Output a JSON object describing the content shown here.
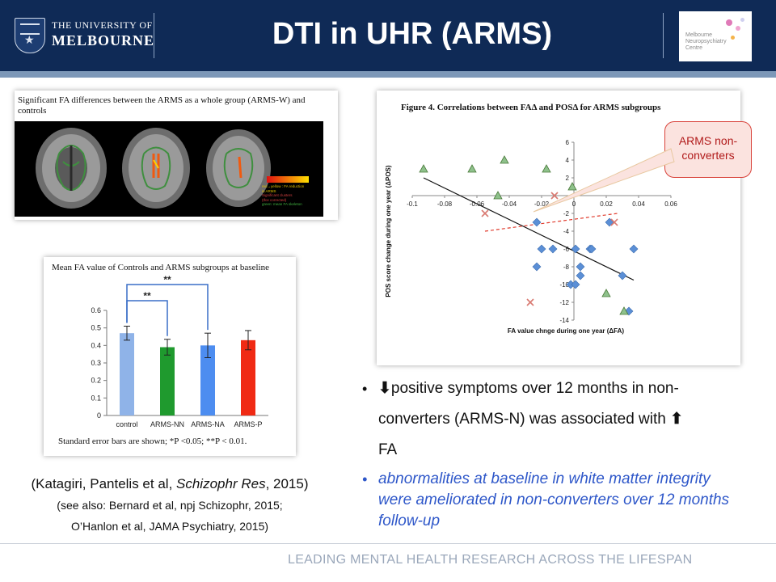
{
  "header": {
    "title": "DTI in UHR (ARMS)",
    "university_line1": "THE UNIVERSITY OF",
    "university_line2": "MELBOURNE",
    "mnc_logo_text": "Melbourne\nNeuropsychiatry\nCentre",
    "university_icon": "university-crest-icon",
    "colors": {
      "navy": "#0f2a56",
      "stripe": "#7d98b8"
    }
  },
  "brain_panel": {
    "caption": "Significant FA differences between the ARMS as a whole group (ARMS-W) and controls",
    "legend_lines": [
      "red→yellow : FA reduction",
      "in ARMS",
      "Significant clusters",
      "(tfce corrected)",
      "green: mean FA skeleton"
    ]
  },
  "bar_chart": {
    "footnote": "Standard error bars are shown; *P <0.05; **P < 0.01."
  },
  "chart_data": [
    {
      "type": "bar",
      "title": "Mean FA value of Controls and ARMS subgroups at baseline",
      "categories": [
        "control",
        "ARMS-NN",
        "ARMS-NA",
        "ARMS-P"
      ],
      "values": [
        0.47,
        0.39,
        0.4,
        0.43
      ],
      "errors": [
        0.04,
        0.045,
        0.07,
        0.055
      ],
      "colors": [
        "#8fb3e8",
        "#1f9a2e",
        "#4d8df0",
        "#f02a14"
      ],
      "ylim": [
        0,
        0.6
      ],
      "yticks": [
        "0",
        "0.1",
        "0.2",
        "0.3",
        "0.4",
        "0.5",
        "0.6"
      ],
      "significance": [
        {
          "from": 0,
          "to": 1,
          "label": "**"
        },
        {
          "from": 0,
          "to": 2,
          "label": "**"
        }
      ],
      "legend": "none",
      "grid": false
    },
    {
      "type": "scatter",
      "title": "Figure 4. Correlations between FAΔ and POSΔ for ARMS subgroups",
      "xlabel": "FA value chnge during one year (ΔFA)",
      "ylabel": "POS score change during one year (ΔPOS)",
      "xlim": [
        -0.1,
        0.06
      ],
      "ylim": [
        -14,
        6
      ],
      "xticks": [
        "-0.1",
        "-0.08",
        "-0.06",
        "-0.04",
        "-0.02",
        "0",
        "0.02",
        "0.04",
        "0.06"
      ],
      "yticks": [
        "6",
        "4",
        "2",
        "0",
        "-2",
        "-4",
        "-6",
        "-8",
        "-10",
        "-12",
        "-14"
      ],
      "series": [
        {
          "marker": "diamond",
          "color": "#5b8fd6",
          "points": [
            [
              -0.023,
              -3
            ],
            [
              -0.023,
              -8
            ],
            [
              -0.02,
              -6
            ],
            [
              -0.013,
              -6
            ],
            [
              -0.002,
              -10
            ],
            [
              0.001,
              -10
            ],
            [
              0.001,
              -6
            ],
            [
              0.004,
              -9
            ],
            [
              0.004,
              -8
            ],
            [
              0.01,
              -6
            ],
            [
              0.011,
              -6
            ],
            [
              0.022,
              -3
            ],
            [
              0.037,
              -6
            ],
            [
              0.03,
              -9
            ],
            [
              0.034,
              -13
            ]
          ]
        },
        {
          "marker": "triangle",
          "color": "#8ec18b",
          "points": [
            [
              -0.093,
              3
            ],
            [
              -0.063,
              3
            ],
            [
              -0.043,
              4
            ],
            [
              -0.047,
              0
            ],
            [
              -0.017,
              3
            ],
            [
              -0.001,
              1
            ],
            [
              0.02,
              -11
            ],
            [
              0.031,
              -13
            ]
          ]
        },
        {
          "marker": "x",
          "color": "#d97a72",
          "points": [
            [
              -0.055,
              -2
            ],
            [
              -0.027,
              -12
            ],
            [
              -0.012,
              0
            ],
            [
              0.025,
              -3
            ]
          ]
        }
      ],
      "fit_lines": [
        {
          "style": "solid",
          "color": "#111111",
          "from": [
            -0.093,
            2
          ],
          "to": [
            0.037,
            -9.5
          ]
        },
        {
          "style": "dashed",
          "color": "#e03a2c",
          "from": [
            -0.055,
            -4
          ],
          "to": [
            0.027,
            -2
          ]
        }
      ],
      "callout": "ARMS non-converters",
      "grid": false
    }
  ],
  "bullets": [
    {
      "pre": "",
      "icon": "arrow-down-icon",
      "text": "positive symptoms over 12 months in non-converters (ARMS-N) was associated with ",
      "icon2": "arrow-up-icon",
      "post": "FA"
    },
    {
      "text": "abnormalities at baseline in white matter integrity were ameliorated in non-converters over 12 months follow-up"
    }
  ],
  "references": {
    "ref1_pre": "(Katagiri, Pantelis et al, ",
    "ref1_journal": "Schizophr Res",
    "ref1_post": ", 2015)",
    "ref2": "(see also: Bernard et al, npj Schizophr, 2015;",
    "ref3": "O’Hanlon et al, JAMA Psychiatry, 2015)"
  },
  "footer": {
    "text": "LEADING MENTAL HEALTH RESEARCH ACROSS THE LIFESPAN"
  }
}
